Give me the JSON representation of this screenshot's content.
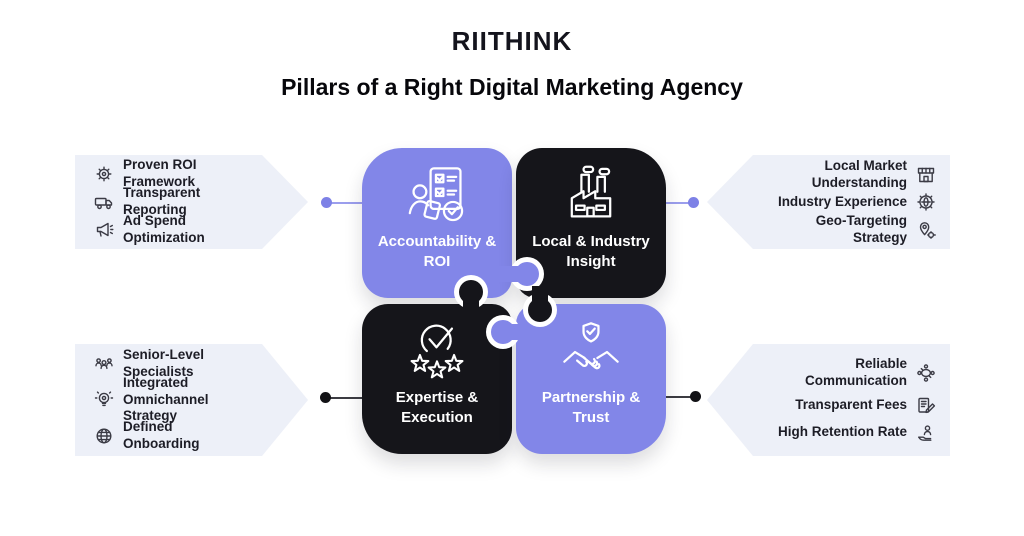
{
  "brand": {
    "logo_text": "RIITHINK"
  },
  "title": "Pillars of a Right Digital Marketing Agency",
  "colors": {
    "purple": "#8286E8",
    "piece_black": "#15151A",
    "panel_bg": "#EDF0F8",
    "ink": "#1D1D26",
    "line_purple": "#9B9EED",
    "line_dark": "#3C3C42"
  },
  "pieces": [
    {
      "id": "accountability-roi",
      "label": "Accountability & ROI",
      "color": "purple",
      "icon": "person-checklist-icon"
    },
    {
      "id": "local-industry-insight",
      "label": "Local & Industry Insight",
      "color": "black",
      "icon": "factory-icon"
    },
    {
      "id": "expertise-execution",
      "label": "Expertise & Execution",
      "color": "black",
      "icon": "stars-check-icon"
    },
    {
      "id": "partnership-trust",
      "label": "Partnership & Trust",
      "color": "purple",
      "icon": "handshake-shield-icon"
    }
  ],
  "panels": {
    "top_left": {
      "items": [
        {
          "icon": "gear-icon",
          "label": "Proven ROI Framework"
        },
        {
          "icon": "delivery-truck-icon",
          "label": "Transparent Reporting"
        },
        {
          "icon": "megaphone-icon",
          "label": "Ad Spend Optimization"
        }
      ]
    },
    "top_right": {
      "items": [
        {
          "icon": "storefront-icon",
          "label": "Local Market Understanding"
        },
        {
          "icon": "gear-globe-icon",
          "label": "Industry Experience"
        },
        {
          "icon": "geo-pin-icon",
          "label": "Geo-Targeting Strategy"
        }
      ]
    },
    "bottom_left": {
      "items": [
        {
          "icon": "team-icon",
          "label": "Senior-Level Specialists"
        },
        {
          "icon": "idea-bulb-icon",
          "label": "Integrated Omnichannel Strategy"
        },
        {
          "icon": "globe-icon",
          "label": "Defined Onboarding"
        }
      ]
    },
    "bottom_right": {
      "items": [
        {
          "icon": "network-icon",
          "label": "Reliable Communication"
        },
        {
          "icon": "invoice-icon",
          "label": "Transparent Fees"
        },
        {
          "icon": "retention-icon",
          "label": "High Retention Rate"
        }
      ]
    }
  }
}
